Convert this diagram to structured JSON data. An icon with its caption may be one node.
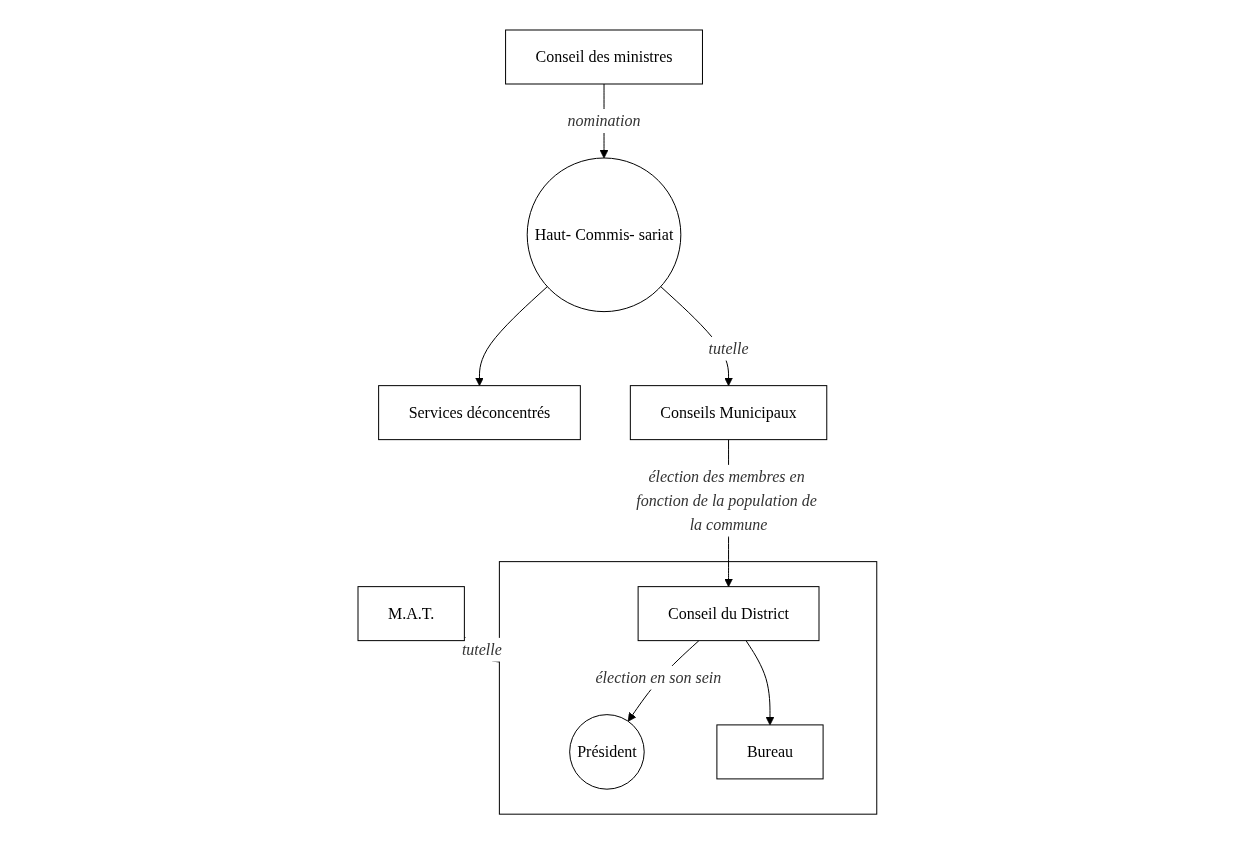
{
  "diagram": {
    "nodes": [
      {
        "text": [
          "Conseil des ministres"
        ]
      },
      {
        "text": [
          "M.A.T."
        ]
      },
      {
        "text": [],
        "shape": "box"
      },
      {
        "text": [
          "Président"
        ],
        "in": 2
      },
      {
        "text": [
          "Bureau"
        ],
        "in": 2
      },
      {
        "text": [
          "Conseil du District"
        ],
        "in": 2
      },
      {
        "text": [
          "Haut- Commis- sariat"
        ]
      },
      {
        "text": [
          "Services déconcentrés"
        ]
      },
      {
        "text": [
          "Conseils Municipaux"
        ]
      }
    ],
    "edges": [
      {
        "from": 0,
        "to": 6,
        "arrow": "to",
        "label": "nomination"
      },
      {
        "from": 1,
        "to": 2,
        "arrow": "to",
        "label": "tutelle"
      },
      {
        "from": 5,
        "to": 3,
        "arrow": "to",
        "label": "élection en son sein"
      },
      {
        "from": 5,
        "to": 4,
        "arrow": "to"
      },
      {
        "from": 8,
        "to": 5,
        "arrow": "to",
        "label": "élection des membres en fonction de la population de la commune"
      },
      {
        "from": 6,
        "to": 8,
        "arrow": "to",
        "label": "tutelle"
      },
      {
        "from": 6,
        "to": 7,
        "arrow": "to"
      }
    ]
  }
}
